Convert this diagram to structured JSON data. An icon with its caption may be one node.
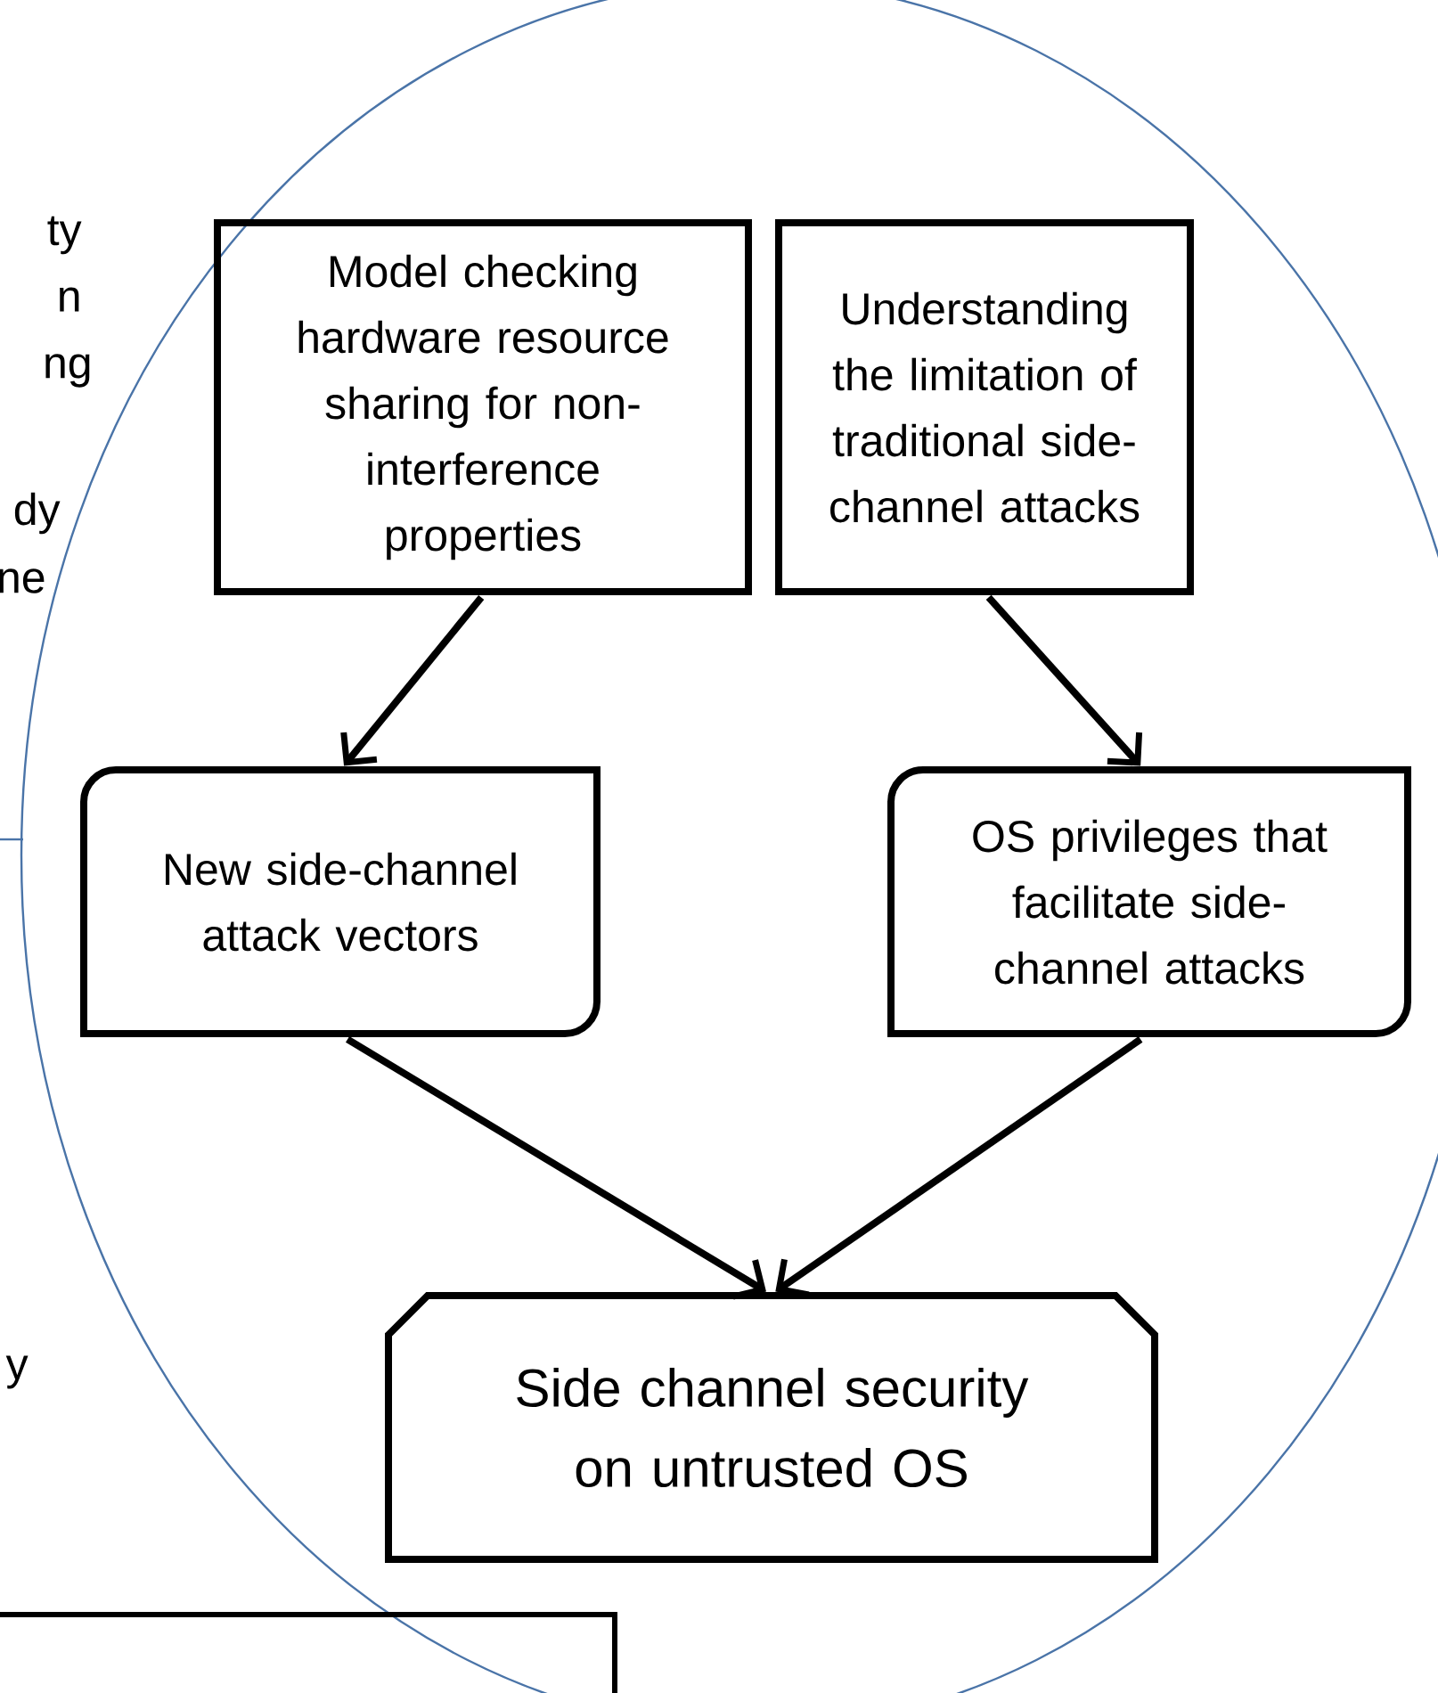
{
  "diagram": {
    "nodes": [
      {
        "text": [
          "Model checking hardware resource sharing for non-interference properties"
        ]
      },
      {
        "text": [
          "Understanding the limitation of traditional side-channel attacks"
        ]
      },
      {
        "text": [
          "New side-channel attack vectors"
        ]
      },
      {
        "text": [
          "OS privileges that facilitate side-channel attacks"
        ]
      },
      {
        "text": [
          "Side channel security on untrusted OS"
        ]
      }
    ],
    "edges": [
      {
        "from": 0,
        "to": 2,
        "arrow": "to"
      },
      {
        "from": 1,
        "to": 3,
        "arrow": "to"
      },
      {
        "from": 2,
        "to": 4,
        "arrow": "to"
      },
      {
        "from": 3,
        "to": 4,
        "arrow": "to"
      }
    ],
    "labels": [
      "ty",
      "n",
      "ng",
      "dy",
      "ne",
      "y"
    ]
  }
}
